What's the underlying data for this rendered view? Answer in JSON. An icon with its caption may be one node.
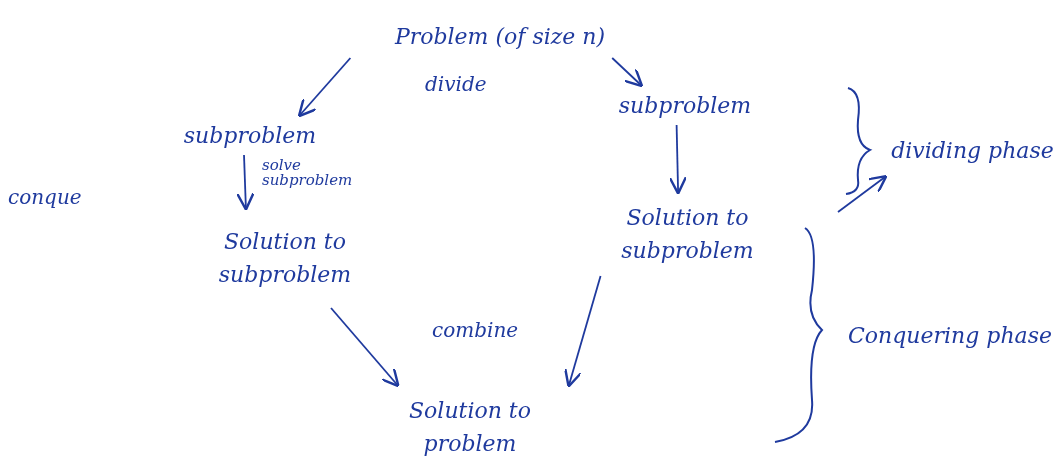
{
  "diagram": {
    "nodes": [
      {
        "text": [
          "Problem (of size n)"
        ]
      },
      {
        "text": [
          "subproblem"
        ]
      },
      {
        "text": [
          "subproblem"
        ]
      },
      {
        "text": [
          "Solution to subproblem"
        ]
      },
      {
        "text": [
          "Solution to subproblem"
        ]
      },
      {
        "text": [
          "Solution to problem"
        ]
      },
      {
        "text": [
          "dividing phase"
        ]
      },
      {
        "text": [
          "Conquering phase"
        ]
      }
    ],
    "edges": [
      {
        "from": 0,
        "to": 1,
        "arrow": "to"
      },
      {
        "from": 0,
        "to": 2,
        "arrow": "to"
      },
      {
        "from": 1,
        "to": 3,
        "arrow": "to",
        "label": "solve subproblem"
      },
      {
        "from": 2,
        "to": 4,
        "arrow": "to"
      },
      {
        "from": 3,
        "to": 5,
        "arrow": "to"
      },
      {
        "from": 4,
        "to": 5,
        "arrow": "to"
      },
      {
        "from": null,
        "to": 6,
        "arrow": "to"
      }
    ],
    "labels": [
      "divide",
      "combine",
      "conque"
    ]
  }
}
